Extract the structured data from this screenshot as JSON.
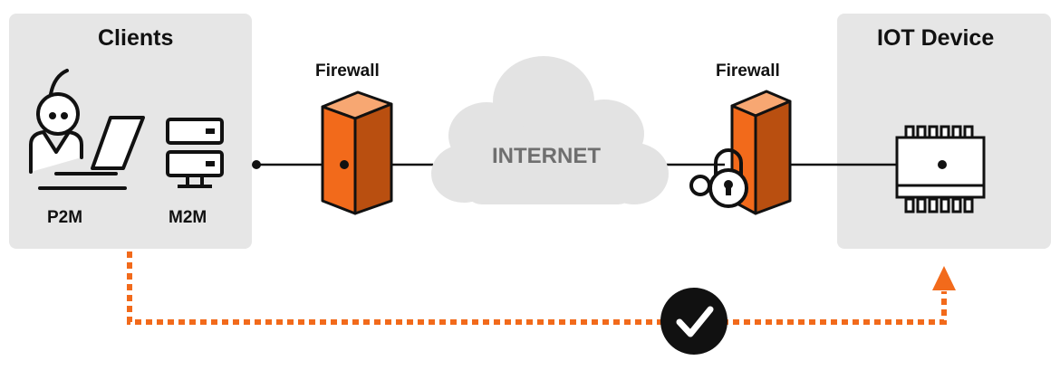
{
  "clients": {
    "title": "Clients",
    "p2m_label": "P2M",
    "m2m_label": "M2M"
  },
  "firewall_left": {
    "label": "Firewall"
  },
  "internet": {
    "label": "INTERNET"
  },
  "firewall_right": {
    "label": "Firewall"
  },
  "iot": {
    "title": "IOT Device"
  },
  "colors": {
    "accent": "#F26A1B",
    "panel": "#E6E6E6",
    "ink": "#111111",
    "cloud": "#E3E3E3",
    "cloud_text": "#6F6F6F"
  },
  "icons": [
    "person-laptop-icon",
    "server-icon",
    "firewall-icon",
    "cloud-icon",
    "lock-key-icon",
    "chip-icon",
    "check-circle-icon",
    "arrow-up-icon"
  ]
}
